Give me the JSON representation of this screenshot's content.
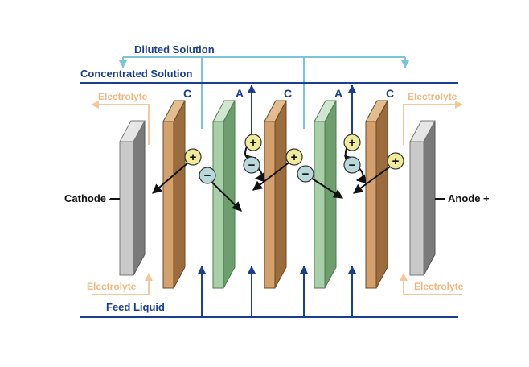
{
  "labels": {
    "diluted": "Diluted Solution",
    "concentrated": "Concentrated Solution",
    "feed": "Feed Liquid",
    "cathode": "Cathode -",
    "anode": "Anode +",
    "electrolyte_top_left": "Electrolyte",
    "electrolyte_top_right": "Electrolyte",
    "electrolyte_bottom_left": "Electrolyte",
    "electrolyte_bottom_right": "Electrolyte"
  },
  "membranes": [
    {
      "type": "C"
    },
    {
      "type": "A"
    },
    {
      "type": "C"
    },
    {
      "type": "A"
    },
    {
      "type": "C"
    }
  ],
  "ions": {
    "cation": "+",
    "anion": "−"
  },
  "colors": {
    "dark_blue": "#1c3f8a",
    "light_blue": "#7cc4da",
    "electrolyte": "#f5c89a",
    "cation_membrane": "#d4a06b",
    "anion_membrane": "#a8d0a8",
    "electrode": "#bdbdbd",
    "cation_fill": "#eeec9a",
    "anion_fill": "#b9d8da"
  }
}
